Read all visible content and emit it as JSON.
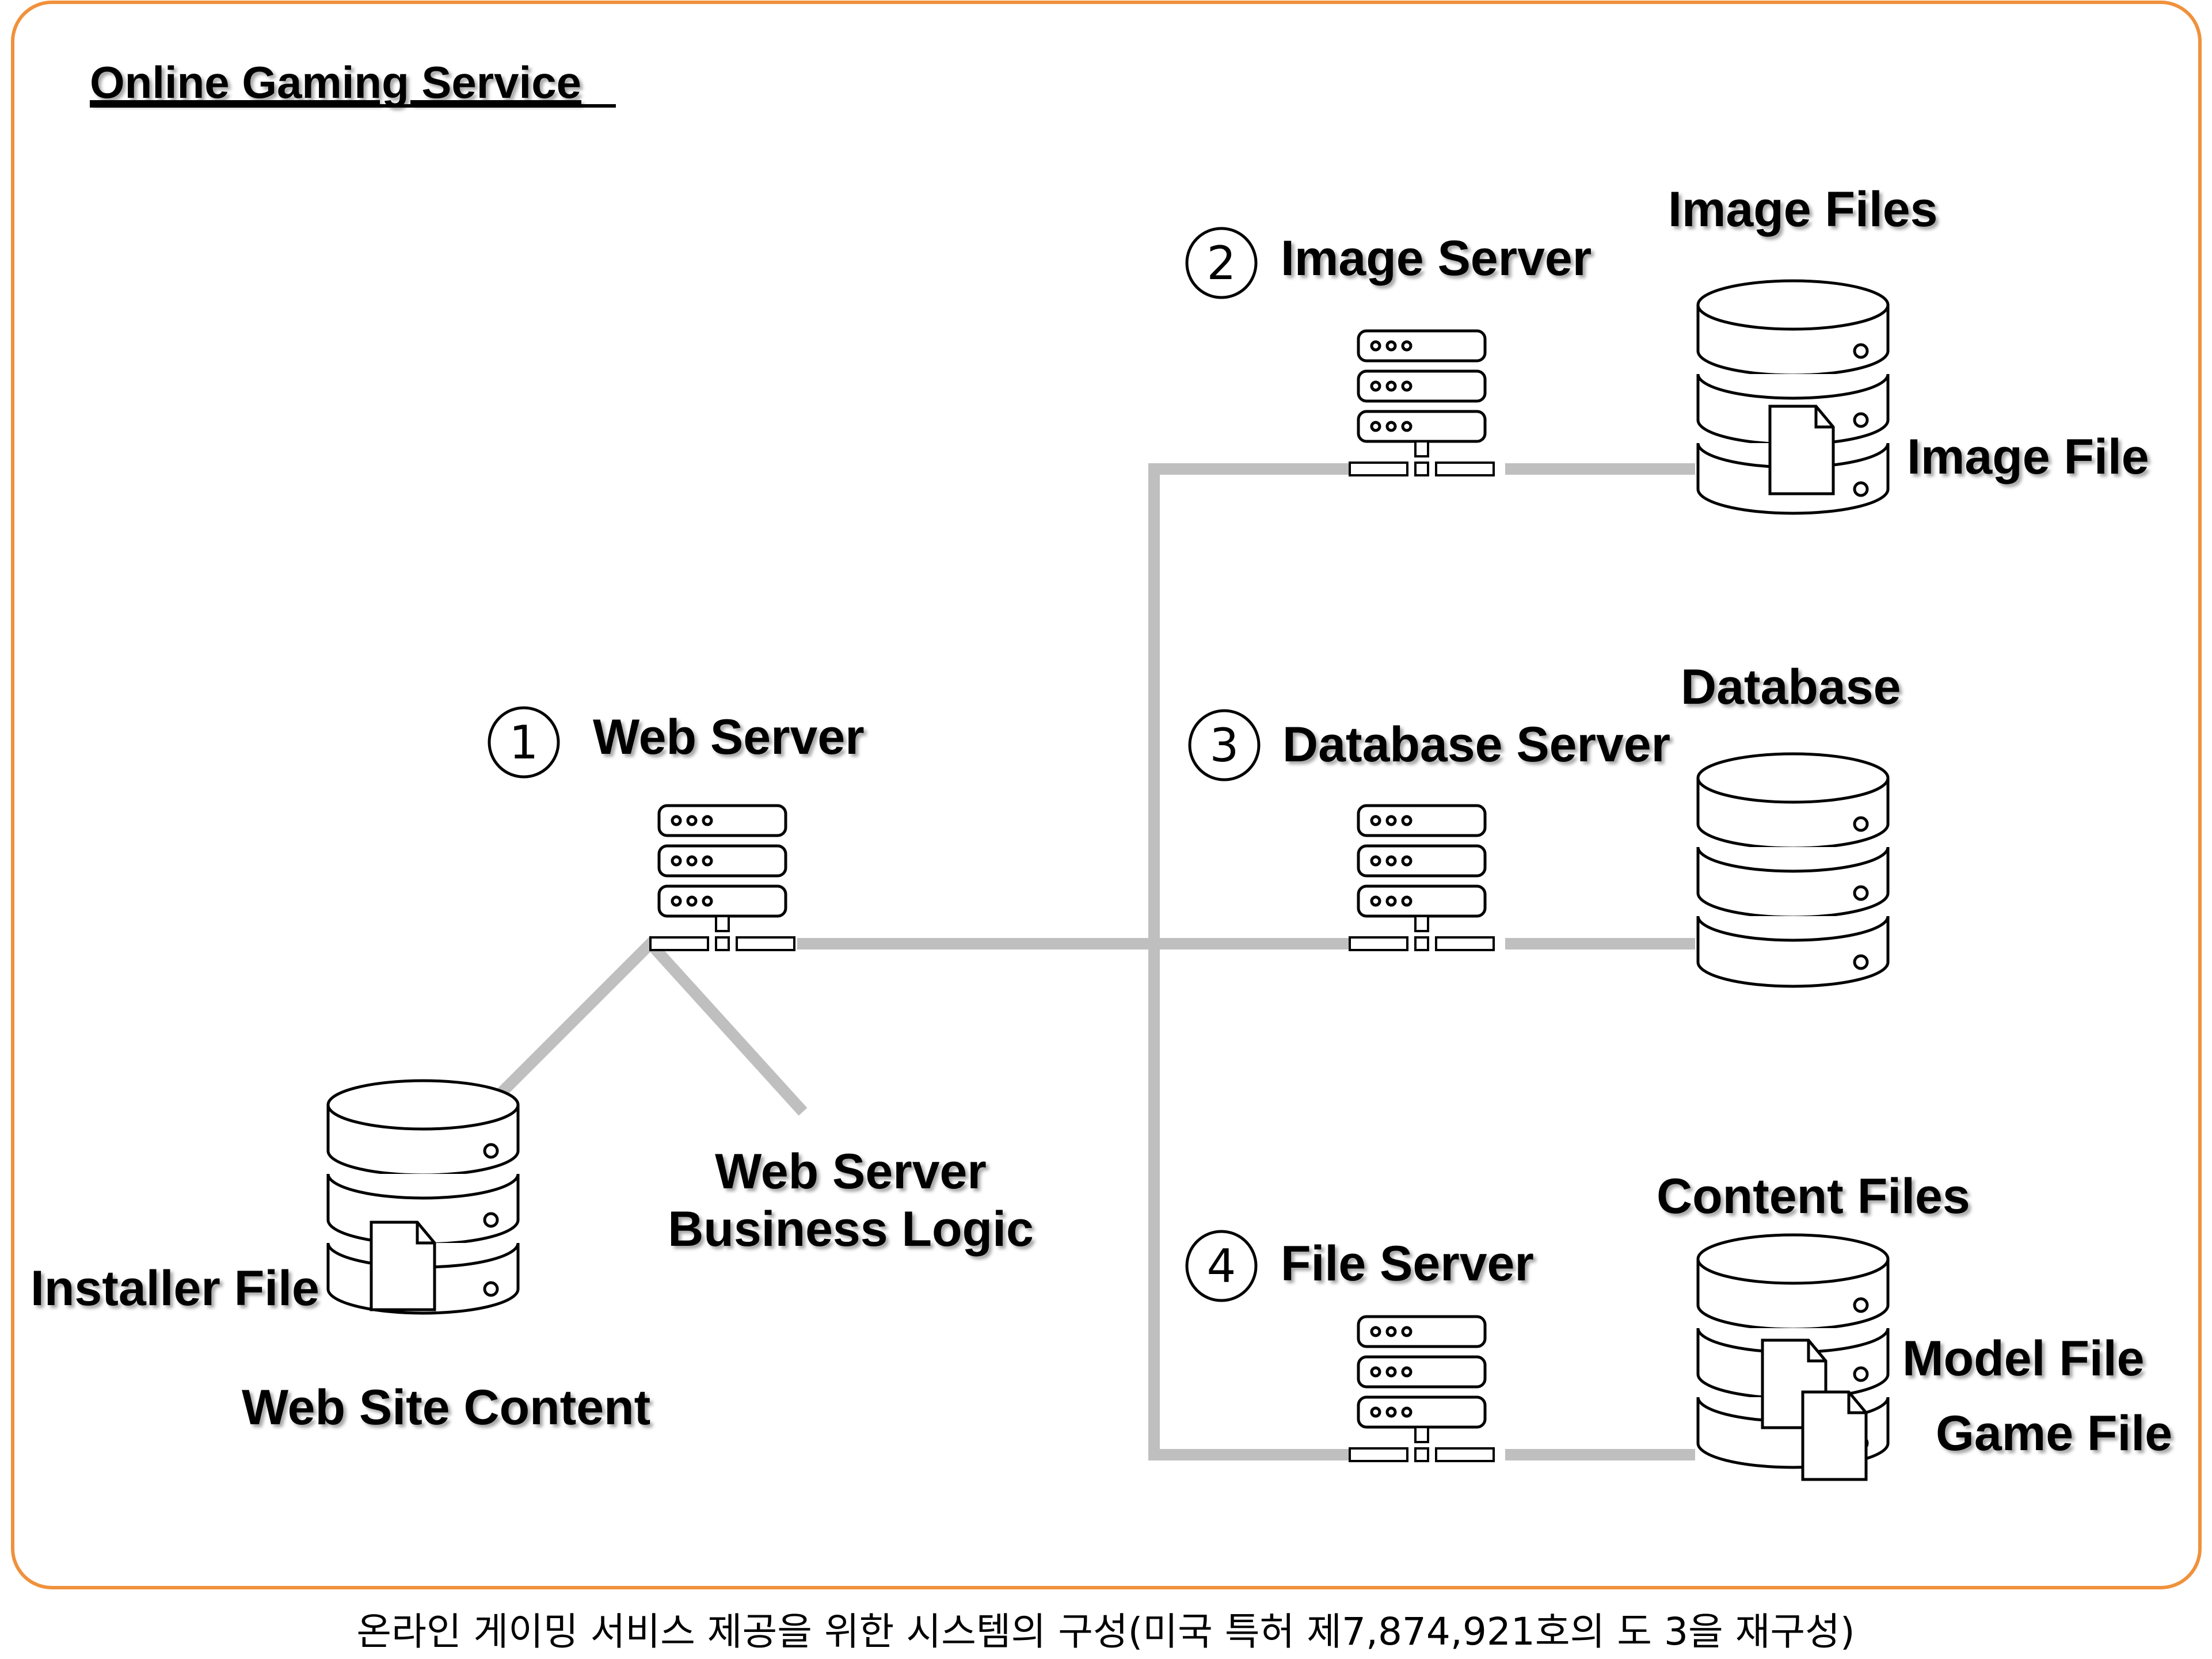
{
  "title": "Online Gaming Service",
  "caption": "온라인 게이밍 서비스 제공을 위한 시스템의 구성(미국 특허 제7,874,921호의 도 3을 재구성)",
  "colors": {
    "frame": "#f0913c",
    "line": "#bfbfbf",
    "text": "#000000"
  },
  "servers": {
    "web": {
      "number": "1",
      "label": "Web Server"
    },
    "image": {
      "number": "2",
      "label": "Image Server"
    },
    "database": {
      "number": "3",
      "label": "Database Server"
    },
    "file": {
      "number": "4",
      "label": "File Server"
    }
  },
  "stores": {
    "image_files": {
      "title": "Image Files",
      "file_label": "Image File"
    },
    "database": {
      "title": "Database"
    },
    "content_files": {
      "title": "Content Files",
      "file_label_1": "Model File",
      "file_label_2": "Game File"
    },
    "web_site_content": {
      "title": "Web Site Content",
      "file_label": "Installer File"
    }
  },
  "business_logic": {
    "line1": "Web Server",
    "line2": "Business Logic"
  }
}
